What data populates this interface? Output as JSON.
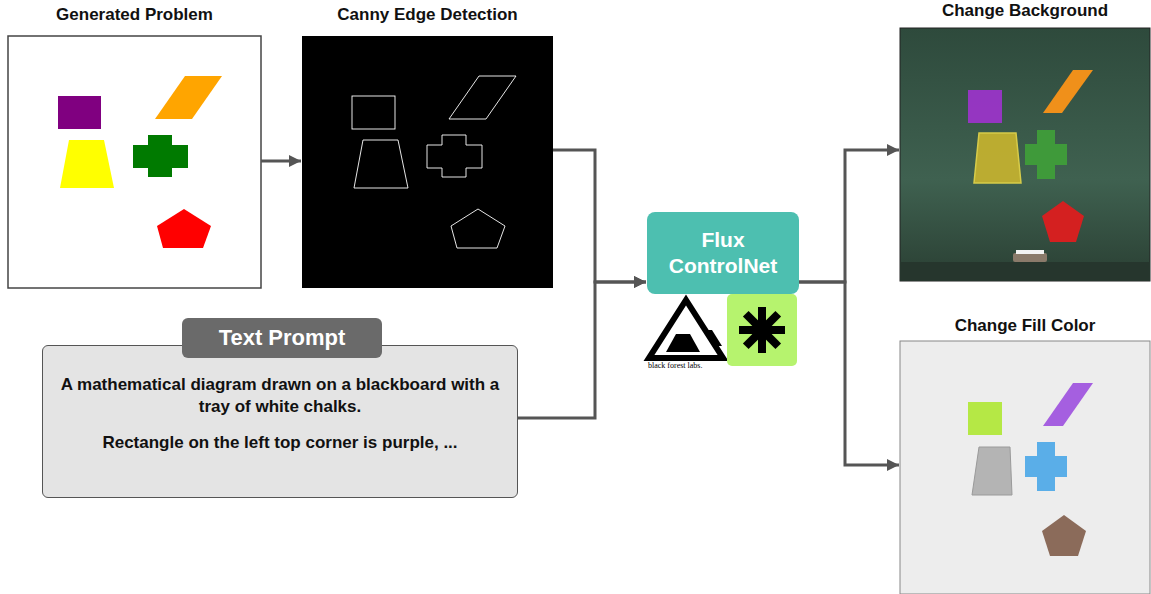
{
  "diagram": {
    "nodes": [
      {
        "text": [
          "Generated Problem"
        ]
      },
      {
        "text": [
          "Canny Edge Detection"
        ]
      },
      {
        "text": [
          "Text Prompt",
          "A mathematical diagram drawn on a blackboard with a tray of white chalks.",
          "Rectangle on the left top corner is purple, ..."
        ]
      },
      {
        "text": [
          "Flux ControlNet"
        ]
      },
      {
        "text": [
          "Change Background"
        ]
      },
      {
        "text": [
          "Change Fill Color"
        ]
      }
    ],
    "edges": [
      {
        "from": 0,
        "to": 1,
        "arrow": "to"
      },
      {
        "from": 1,
        "to": 3,
        "arrow": "to"
      },
      {
        "from": 2,
        "to": 3,
        "arrow": "to"
      },
      {
        "from": 3,
        "to": 4,
        "arrow": "to"
      },
      {
        "from": 3,
        "to": 5,
        "arrow": "to"
      }
    ],
    "labels": [
      "black forest labs."
    ]
  }
}
